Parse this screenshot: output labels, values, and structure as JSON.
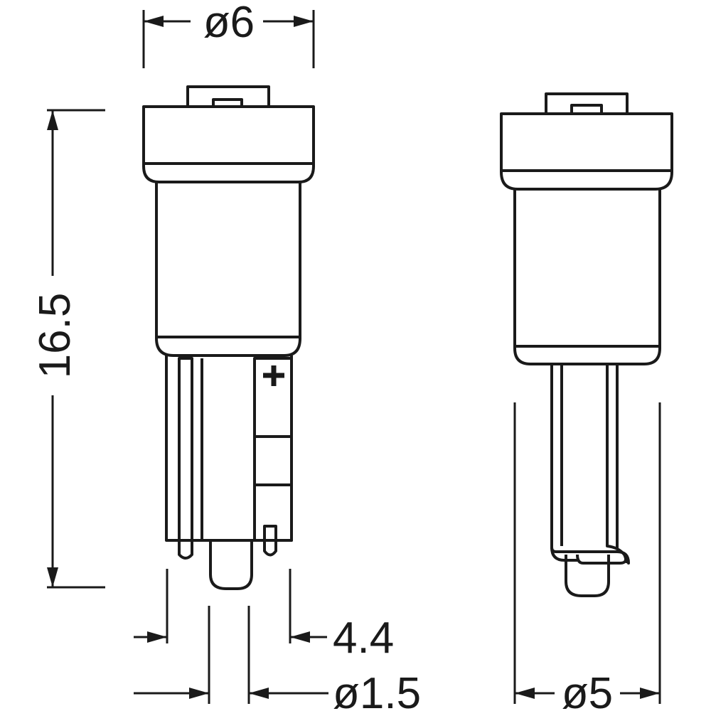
{
  "dimensions": {
    "head_diameter": "ø6",
    "total_length": "16.5",
    "base_width": "4.4",
    "lead_diameter": "ø1.5",
    "side_diameter": "ø5"
  },
  "markings": {
    "polarity": "+"
  },
  "colors": {
    "line": "#1a1a1a",
    "background": "#ffffff"
  }
}
